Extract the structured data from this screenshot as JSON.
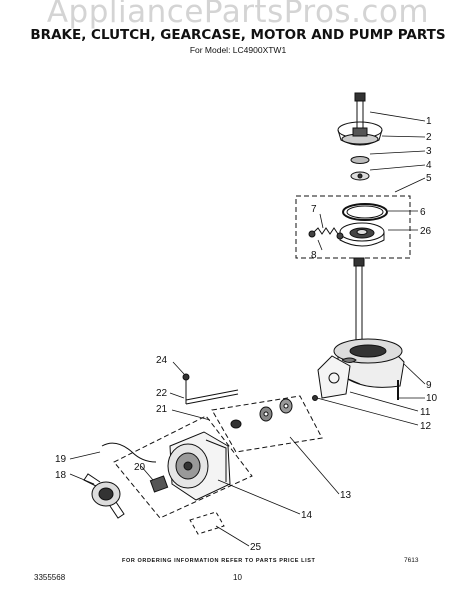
{
  "watermark": "AppliancePartsPros.com",
  "title": "BRAKE, CLUTCH, GEARCASE, MOTOR AND PUMP PARTS",
  "subtitle": "For Model: LC4900XTW1",
  "callouts": [
    "1",
    "2",
    "3",
    "4",
    "5",
    "6",
    "7",
    "26",
    "8",
    "9",
    "10",
    "11",
    "12",
    "13",
    "14",
    "25",
    "24",
    "22",
    "21",
    "19",
    "18",
    "20"
  ],
  "footer": {
    "note": "FOR ORDERING INFORMATION REFER TO PARTS PRICE LIST",
    "doc_number": "3355568",
    "page_number": "10",
    "art_number": "7613"
  }
}
